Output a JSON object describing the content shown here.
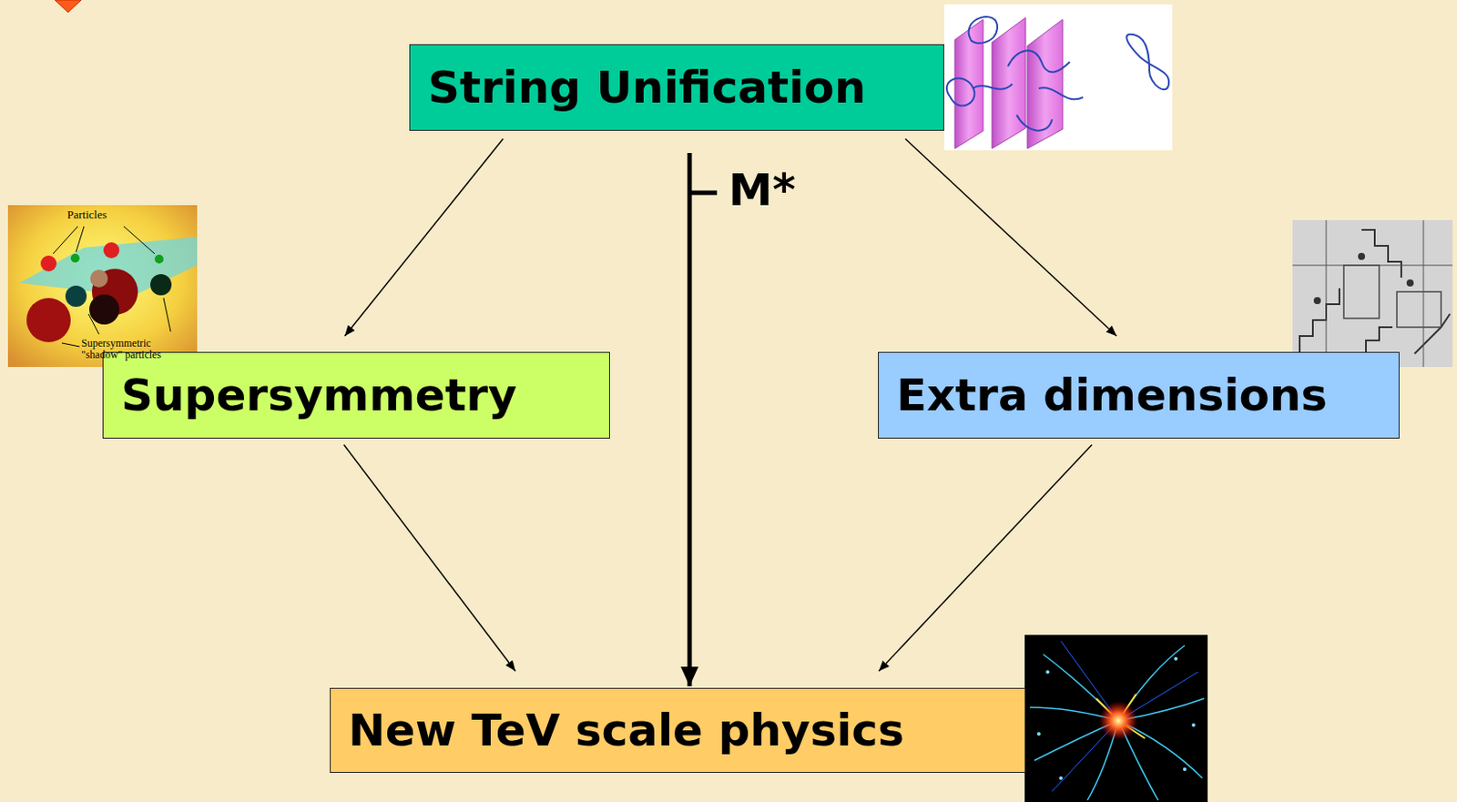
{
  "diagram": {
    "nodes": [
      {
        "text": [
          "String Unification"
        ]
      },
      {
        "text": [
          "Supersymmetry"
        ]
      },
      {
        "text": [
          "Extra dimensions"
        ]
      },
      {
        "text": [
          "New TeV scale physics"
        ]
      }
    ],
    "edges": [
      {
        "from": 0,
        "to": 1,
        "arrow": "to"
      },
      {
        "from": 0,
        "to": 3,
        "label": "M*",
        "arrow": "to"
      },
      {
        "from": 0,
        "to": 2,
        "arrow": "to"
      },
      {
        "from": 1,
        "to": 3,
        "arrow": "to"
      },
      {
        "from": 2,
        "to": 3,
        "arrow": "to"
      }
    ],
    "labels": [
      "Particles",
      "Supersymmetric \"shadow\" particles"
    ]
  }
}
